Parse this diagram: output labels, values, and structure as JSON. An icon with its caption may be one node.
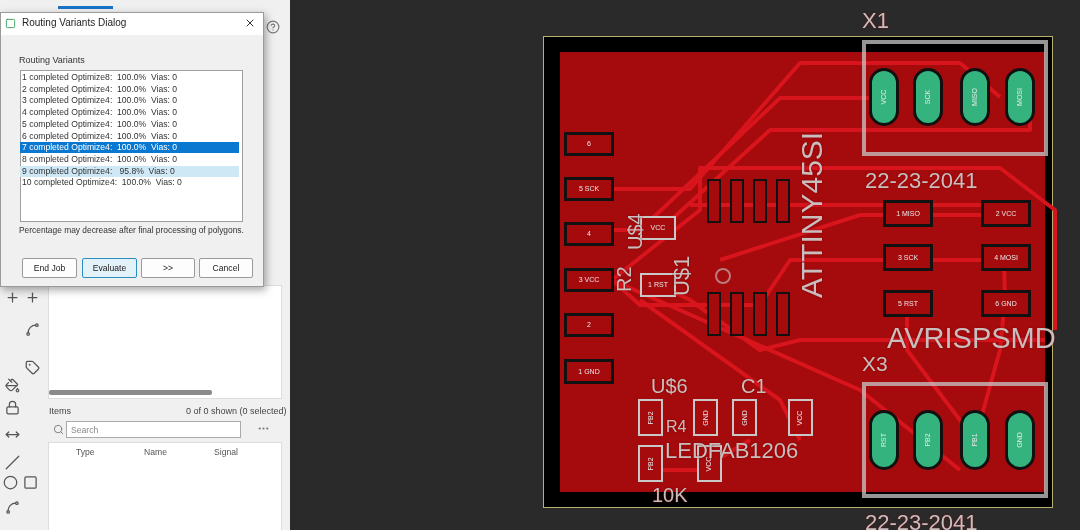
{
  "diagram": {
    "labels": [
      "Routing Variants Dialog",
      "Routing Variants",
      "1 completed Optimize8:  100.0%  Vias: 0",
      "2 completed Optimize4:  100.0%  Vias: 0",
      "3 completed Optimize4:  100.0%  Vias: 0",
      "4 completed Optimize4:  100.0%  Vias: 0",
      "5 completed Optimize4:  100.0%  Vias: 0",
      "6 completed Optimize4:  100.0%  Vias: 0",
      "7 completed Optimize4:  100.0%  Vias: 0",
      "8 completed Optimize4:  100.0%  Vias: 0",
      "9 completed Optimize4:   95.8%  Vias: 0",
      "10 completed Optimize4:  100.0%  Vias: 0",
      "Percentage may decrease after final processing of polygons.",
      "End Job",
      "Evaluate",
      ">>",
      "Cancel",
      "Items",
      "0 of 0 shown (0 selected)",
      "Search",
      "Type",
      "Name",
      "Signal",
      "X1",
      "VCC",
      "SCK",
      "MISO",
      "MOSI",
      "22-23-2041",
      "6",
      "5 SCK",
      "4",
      "3 VCC",
      "2",
      "1 GND",
      "ATTINY45SI",
      "U$1",
      "R2",
      "U$4",
      "VCC",
      "1 RST",
      "1 MISO",
      "2 VCC",
      "3 SCK",
      "4 MOSI",
      "5 RST",
      "6 GND",
      "AVRISPSMD",
      "X3",
      "U$6",
      "C1",
      "PB2",
      "R4",
      "GND",
      "GND",
      "VCC",
      "LEDFAB1206",
      "PB2",
      "VCC",
      "RST",
      "PB2",
      "PB1",
      "GND",
      "10K",
      "22-23-2041"
    ]
  }
}
